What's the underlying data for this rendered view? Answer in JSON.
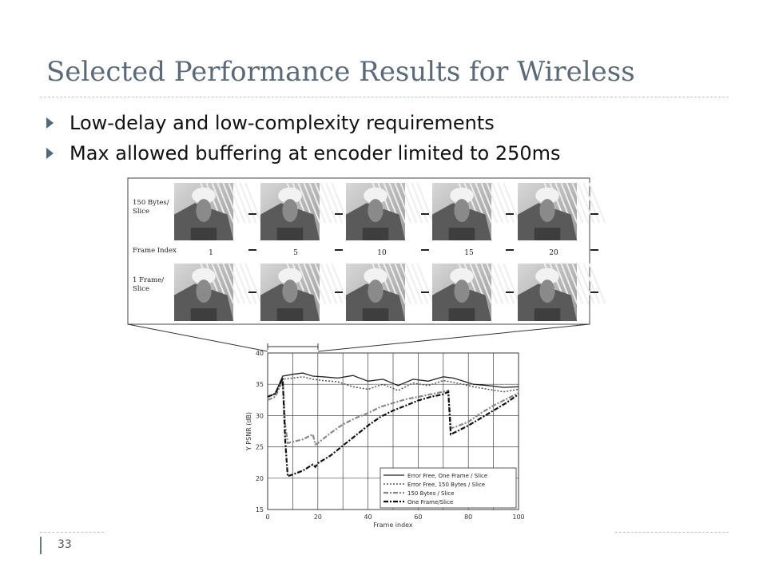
{
  "slide": {
    "title": "Selected Performance Results for Wireless",
    "bullets": [
      "Low-delay and low-complexity requirements",
      "Max allowed buffering at encoder limited to 250ms"
    ],
    "page_number": "33"
  },
  "figure": {
    "row_labels": [
      "150 Bytes/\nSlice",
      "Frame Index",
      "1 Frame/\nSlice"
    ],
    "frame_indices": [
      "1",
      "5",
      "10",
      "15",
      "20"
    ]
  },
  "chart_data": {
    "type": "line",
    "title": "",
    "xlabel": "Frame index",
    "ylabel": "Y PSNR (dB)",
    "xlim": [
      0,
      100
    ],
    "ylim": [
      15,
      40
    ],
    "x_ticks": [
      0,
      20,
      40,
      60,
      80,
      100
    ],
    "y_ticks": [
      15,
      20,
      25,
      30,
      35,
      40
    ],
    "grid": true,
    "legend_position": "bottom-right",
    "series": [
      {
        "name": "Error Free, One Frame / Slice",
        "style": "solid",
        "x": [
          0,
          3,
          6,
          10,
          14,
          18,
          22,
          28,
          34,
          40,
          46,
          52,
          58,
          64,
          70,
          74,
          78,
          82,
          88,
          94,
          100
        ],
        "y": [
          33,
          33.5,
          36.3,
          36.6,
          36.8,
          36.3,
          36.2,
          36.0,
          36.4,
          35.5,
          35.8,
          34.8,
          35.8,
          35.5,
          36.2,
          36.0,
          35.5,
          35.0,
          34.8,
          34.5,
          34.6
        ]
      },
      {
        "name": "Error Free, 150 Bytes / Slice",
        "style": "dotted",
        "x": [
          0,
          3,
          6,
          10,
          14,
          18,
          22,
          28,
          34,
          40,
          46,
          52,
          58,
          64,
          70,
          74,
          78,
          82,
          88,
          94,
          100
        ],
        "y": [
          32.5,
          33,
          35.8,
          36,
          36.2,
          35.8,
          35.6,
          35.4,
          34.6,
          34.2,
          35.0,
          34.0,
          35.2,
          34.8,
          35.6,
          35.3,
          35.0,
          34.6,
          34.2,
          33.8,
          34.2
        ]
      },
      {
        "name": "150 Bytes / Slice",
        "style": "dash-dot",
        "x": [
          0,
          3,
          6,
          7,
          8,
          10,
          14,
          18,
          19,
          20,
          25,
          30,
          35,
          40,
          45,
          50,
          55,
          60,
          65,
          70,
          72,
          73,
          75,
          80,
          85,
          90,
          95,
          100
        ],
        "y": [
          32.5,
          33,
          35.5,
          28.5,
          25.6,
          25.8,
          26.2,
          27,
          25.4,
          25.6,
          27.2,
          28.6,
          29.6,
          30.4,
          31.4,
          32.0,
          32.6,
          33.0,
          33.4,
          33.8,
          34.0,
          28.0,
          28.2,
          29.0,
          30.4,
          31.6,
          32.6,
          33.6
        ]
      },
      {
        "name": "One Frame/Slice",
        "style": "dash-dot-bold",
        "x": [
          0,
          3,
          6,
          7,
          8,
          10,
          14,
          18,
          19,
          20,
          25,
          30,
          35,
          40,
          45,
          50,
          55,
          60,
          65,
          70,
          72,
          73,
          75,
          80,
          85,
          90,
          95,
          100
        ],
        "y": [
          33,
          33.5,
          36,
          26,
          20.3,
          20.6,
          21.2,
          22.2,
          21.8,
          22.4,
          23.6,
          25.2,
          26.8,
          28.4,
          29.8,
          30.8,
          31.6,
          32.4,
          33.0,
          33.4,
          33.8,
          27.0,
          27.4,
          28.4,
          29.6,
          30.8,
          32.0,
          33.4
        ]
      }
    ]
  }
}
